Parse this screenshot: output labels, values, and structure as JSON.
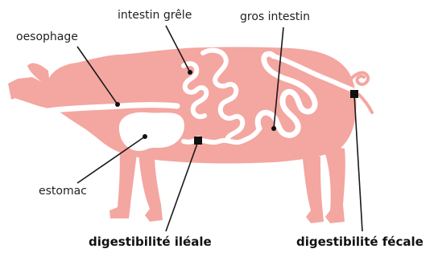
{
  "labels": {
    "oesophagus": "oesophage",
    "small_intestine": "intestin grêle",
    "large_intestine": "gros intestin",
    "stomach": "estomac",
    "ileal_digestibility": "digestibilité iléale",
    "fecal_digestibility": "digestibilité fécale"
  },
  "colors": {
    "body": "#F4A6A0",
    "body_outline": "#E58E88",
    "tract": "#FFFFFF",
    "leader_lines": "#1A1A1A",
    "markers": "#111111"
  }
}
